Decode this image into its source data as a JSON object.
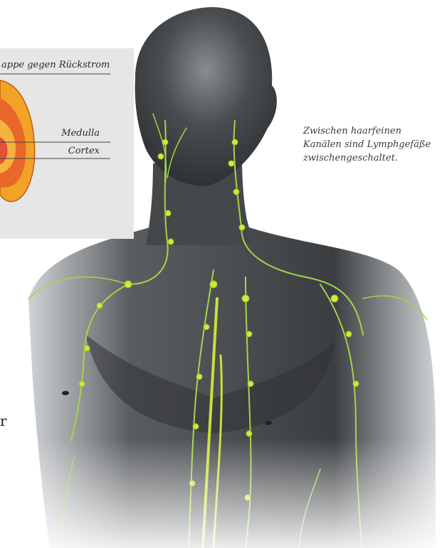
{
  "inset": {
    "valve_label": "appe gegen Rückstrom",
    "medulla_label": "Medulla",
    "cortex_label": "Cortex"
  },
  "caption": {
    "lines": [
      "Zwischen haarfeinen",
      "Kanälen sind Lymphgefäße",
      "zwischengeschaltet."
    ]
  },
  "margin_text": "r",
  "colors": {
    "lymph_vessel": "#9fd64a",
    "lymph_node": "#d8e63a",
    "node_outer": "#f0a020",
    "node_inner": "#e85a20",
    "body_dark": "#3a3d40",
    "body_light": "#c9cccf",
    "panel_bg": "#e6e6e6"
  }
}
